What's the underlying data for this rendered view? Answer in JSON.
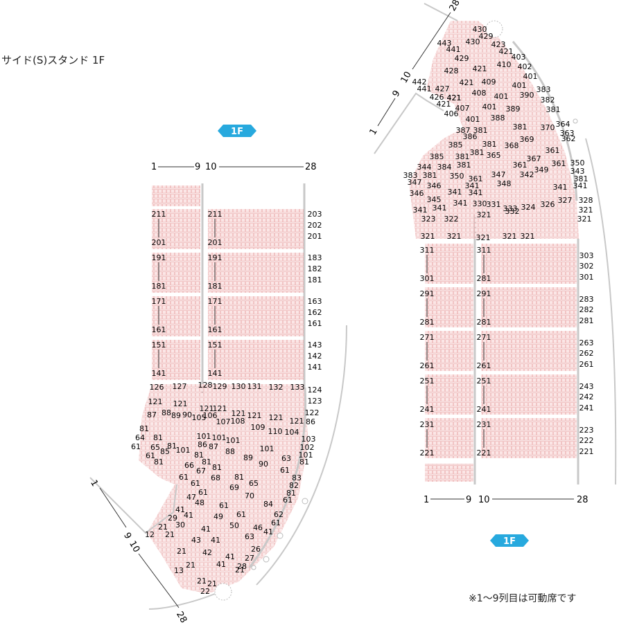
{
  "title": "サイド(S)スタンド 1F",
  "note": "※1～9列目は可動席です",
  "colors": {
    "seat_fill": "#fbe6e6",
    "seat_stroke": "#eaa6a6",
    "wall": "#c8c8c8",
    "badge": "#27a9de",
    "text": "#222222",
    "line": "#333333"
  },
  "icons": [
    "floor-badge",
    "pillar-circle"
  ],
  "left_stand": {
    "floor_badge": "1F",
    "range_top": {
      "from": "1",
      "mid1": "9",
      "mid2": "10",
      "to": "28"
    },
    "range_bottom": {
      "from": "1",
      "mid1": "9",
      "mid2": "10",
      "to": "28"
    },
    "blocks": [
      {
        "top": "211",
        "bottom": "201"
      },
      {
        "top": "191",
        "bottom": "181"
      },
      {
        "top": "171",
        "bottom": "161"
      },
      {
        "top": "151",
        "bottom": "141"
      }
    ],
    "blocks_right": [
      {
        "top": "211",
        "bottom": "201",
        "r1": "203",
        "r2": "202",
        "r3": "201"
      },
      {
        "top": "191",
        "bottom": "181",
        "r1": "183",
        "r2": "182",
        "r3": "181"
      },
      {
        "top": "171",
        "bottom": "161",
        "r1": "163",
        "r2": "162",
        "r3": "161"
      },
      {
        "top": "151",
        "bottom": "141",
        "r1": "143",
        "r2": "142",
        "r3": "141"
      }
    ],
    "curve_labels": [
      "126",
      "127",
      "128",
      "129",
      "130",
      "131",
      "132",
      "133",
      "124",
      "123",
      "122",
      "121",
      "121",
      "121",
      "121",
      "121",
      "121",
      "121",
      "121",
      "86",
      "87",
      "88",
      "89",
      "90",
      "105",
      "106",
      "107",
      "108",
      "109",
      "110",
      "104",
      "103",
      "102",
      "101",
      "81",
      "81",
      "81",
      "81",
      "101",
      "101",
      "101",
      "101",
      "101",
      "63",
      "64",
      "65",
      "85",
      "86",
      "87",
      "88",
      "89",
      "90",
      "61",
      "61",
      "61",
      "81",
      "81",
      "81",
      "81",
      "81",
      "65",
      "66",
      "67",
      "68",
      "69",
      "70",
      "84",
      "83",
      "82",
      "81",
      "61",
      "61",
      "61",
      "61",
      "61",
      "61",
      "46",
      "47",
      "48",
      "49",
      "50",
      "63",
      "62",
      "61",
      "41",
      "41",
      "41",
      "41",
      "41",
      "41",
      "26",
      "27",
      "28",
      "29",
      "30",
      "43",
      "42",
      "41",
      "21",
      "21",
      "21",
      "21",
      "21",
      "21",
      "21",
      "22",
      "12",
      "13"
    ]
  },
  "right_stand": {
    "floor_badge": "1F",
    "range_top": {
      "from": "1",
      "mid1": "9",
      "mid2": "10",
      "to": "28"
    },
    "range_bottom": {
      "from": "1",
      "mid1": "9",
      "mid2": "10",
      "to": "28"
    },
    "blocks": [
      {
        "top": "311",
        "bottom": "301",
        "mtop": "311",
        "mbottom": "281",
        "r1": "303",
        "r2": "302",
        "r3": "301"
      },
      {
        "top": "291",
        "bottom": "281",
        "mtop": "291",
        "mbottom": "281",
        "r1": "283",
        "r2": "282",
        "r3": "281"
      },
      {
        "top": "271",
        "bottom": "261",
        "mtop": "271",
        "mbottom": "261",
        "r1": "263",
        "r2": "262",
        "r3": "261"
      },
      {
        "top": "251",
        "bottom": "241",
        "mtop": "251",
        "mbottom": "241",
        "r1": "243",
        "r2": "242",
        "r3": "241"
      },
      {
        "top": "231",
        "bottom": "221",
        "mtop": "231",
        "mbottom": "221",
        "r1": "223",
        "r2": "222",
        "r3": "221"
      }
    ],
    "curve_labels": [
      "430",
      "429",
      "443",
      "441",
      "430",
      "423",
      "421",
      "403",
      "429",
      "421",
      "410",
      "402",
      "428",
      "421",
      "401",
      "442",
      "427",
      "421",
      "409",
      "401",
      "383",
      "441",
      "426",
      "421",
      "408",
      "401",
      "390",
      "382",
      "421",
      "407",
      "401",
      "389",
      "381",
      "406",
      "401",
      "388",
      "381",
      "364",
      "387",
      "381",
      "370",
      "363",
      "386",
      "381",
      "369",
      "362",
      "385",
      "381",
      "368",
      "361",
      "385",
      "381",
      "365",
      "367",
      "361",
      "350",
      "344",
      "384",
      "381",
      "361",
      "349",
      "343",
      "383",
      "381",
      "350",
      "361",
      "347",
      "348",
      "342",
      "381",
      "347",
      "346",
      "341",
      "341",
      "341",
      "346",
      "345",
      "341",
      "341",
      "341",
      "341",
      "341",
      "330",
      "331",
      "332",
      "333",
      "324",
      "326",
      "327",
      "328",
      "323",
      "322",
      "321",
      "321",
      "321",
      "321",
      "321",
      "321",
      "321",
      "321"
    ]
  }
}
